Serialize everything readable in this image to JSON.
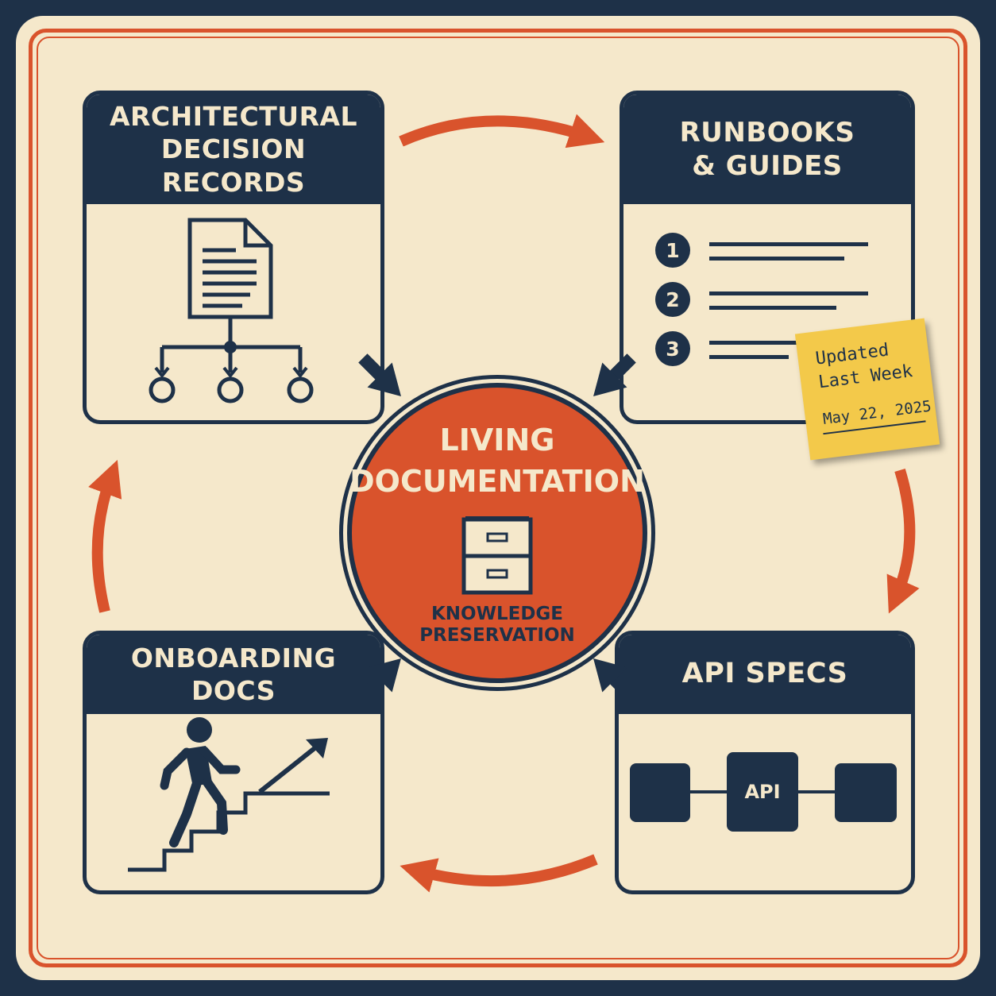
{
  "palette": {
    "navy": "#1e3148",
    "orange": "#d9532c",
    "cream": "#f5e8cb",
    "sticky": "#f3c94a"
  },
  "center": {
    "title_line1": "LIVING",
    "title_line2": "DOCUMENTATION",
    "icon": "filing-cabinet-icon",
    "subtitle_line1": "KNOWLEDGE",
    "subtitle_line2": "PRESERVATION"
  },
  "cards": {
    "adr": {
      "title_line1": "ARCHITECTURAL",
      "title_line2": "DECISION RECORDS",
      "icon": "document-decision-tree-icon"
    },
    "runbooks": {
      "title_line1": "RUNBOOKS",
      "title_line2": "& GUIDES",
      "steps": [
        "1",
        "2",
        "3"
      ]
    },
    "onboarding": {
      "title": "ONBOARDING DOCS",
      "icon": "person-climbing-stairs-icon"
    },
    "api": {
      "title": "API SPECS",
      "box_label": "API"
    }
  },
  "sticky_note": {
    "line1": "Updated",
    "line2": "Last Week",
    "date": "May 22, 2025"
  }
}
